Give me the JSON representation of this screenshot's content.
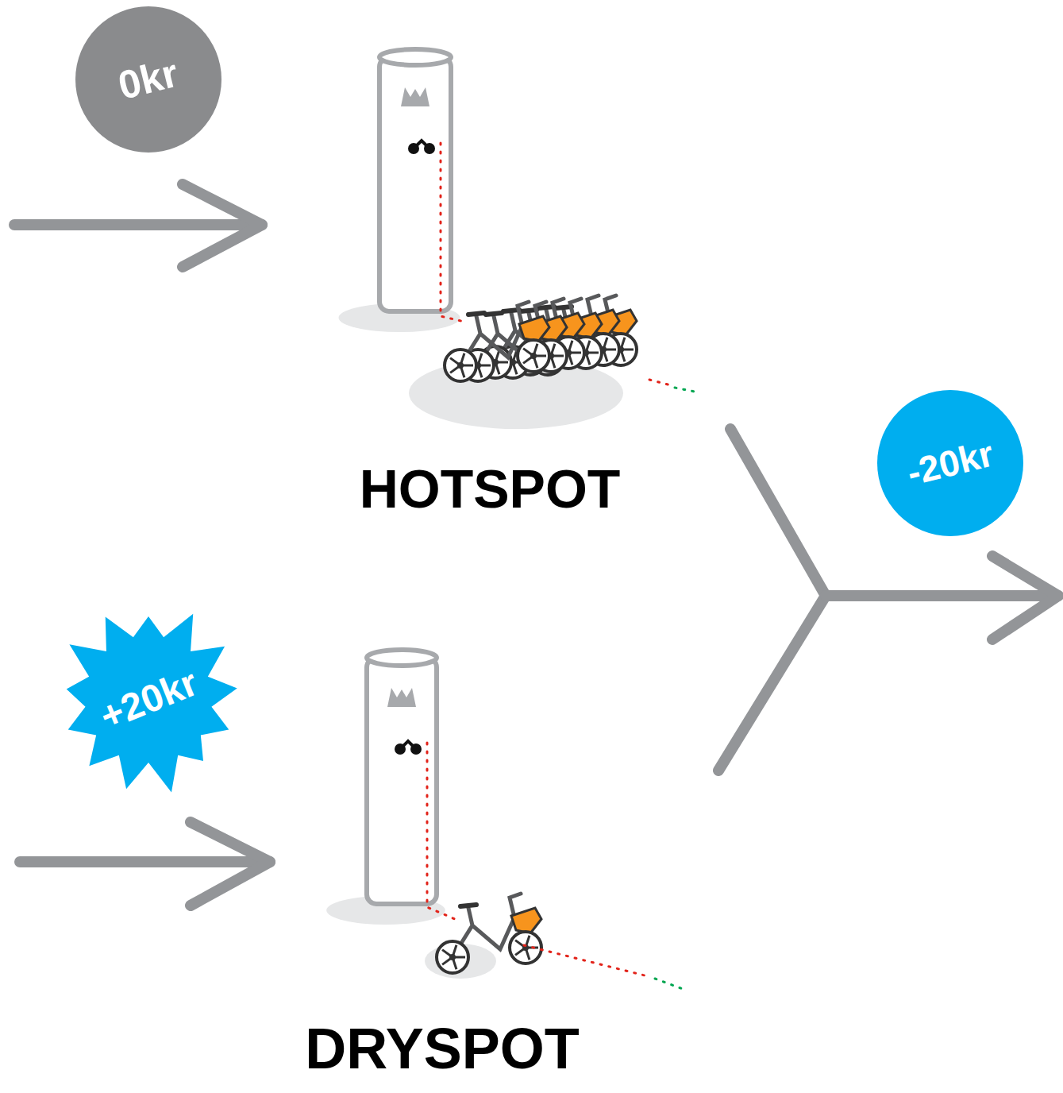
{
  "diagram": {
    "nodes": [
      {
        "text": [
          "0kr"
        ]
      },
      {
        "text": [
          "-20kr"
        ]
      },
      {
        "text": [
          "+20kr"
        ]
      }
    ],
    "labels": [
      "HOTSPOT",
      "DRYSPOT"
    ]
  }
}
